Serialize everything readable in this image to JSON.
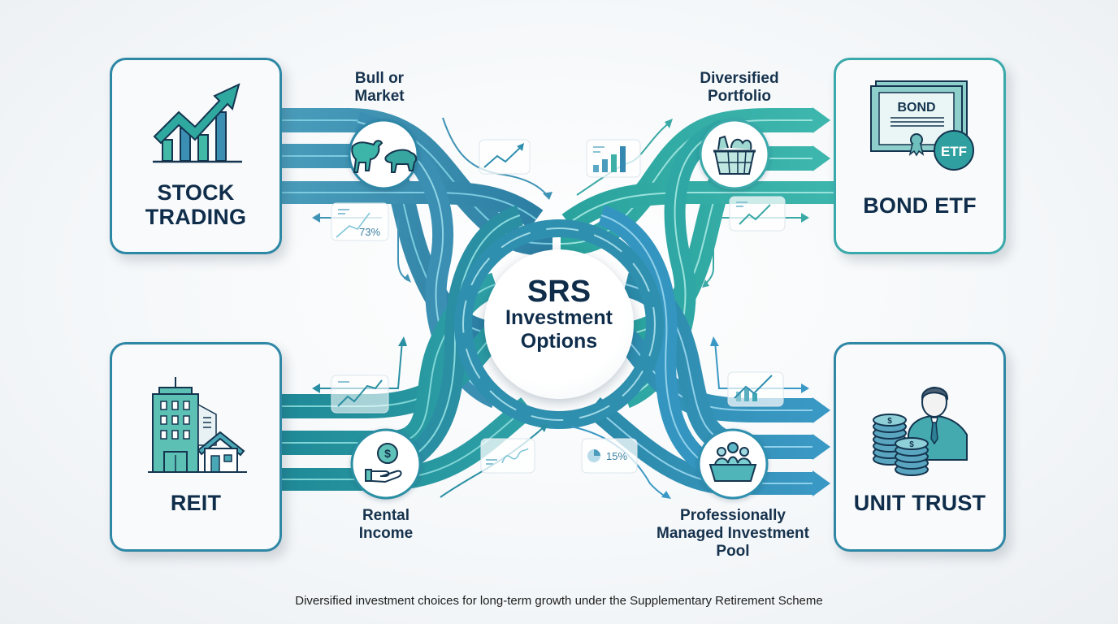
{
  "hub": {
    "title": "SRS",
    "subtitle_line1": "Investment",
    "subtitle_line2": "Options"
  },
  "cards": {
    "stock_trading": {
      "line1": "STOCK",
      "line2": "TRADING",
      "icon": "rising-bar-chart-icon"
    },
    "bond_etf": {
      "line1": "BOND ETF",
      "icon": "bond-certificate-icon",
      "certificate_text": "BOND",
      "badge_text": "ETF"
    },
    "reit": {
      "line1": "REIT",
      "icon": "buildings-house-icon"
    },
    "unit_trust": {
      "line1": "UNIT TRUST",
      "icon": "fund-manager-coins-icon"
    }
  },
  "nodes": {
    "bull_market": {
      "line1": "Bull or",
      "line2": "Market",
      "icon": "bull-bear-icon"
    },
    "diversified_portfolio": {
      "line1": "Diversified",
      "line2": "Portfolio",
      "icon": "basket-icon"
    },
    "rental_income": {
      "line1": "Rental",
      "line2": "Income",
      "icon": "hand-dollar-icon"
    },
    "managed_pool": {
      "line1": "Professionally",
      "line2": "Managed Investment",
      "line3": "Pool",
      "icon": "people-tub-icon"
    }
  },
  "badges": {
    "top_left_percent": "73%",
    "bottom_right_percent": "15%"
  },
  "colors": {
    "blue_ribbon": "#2f87a6",
    "teal_ribbon": "#35aaa6",
    "dark_text": "#0f2d4a",
    "card_border_blue": "#2f87a6",
    "card_border_teal": "#3aa9aa"
  },
  "caption": "Diversified investment choices for long-term growth under the Supplementary Retirement Scheme"
}
